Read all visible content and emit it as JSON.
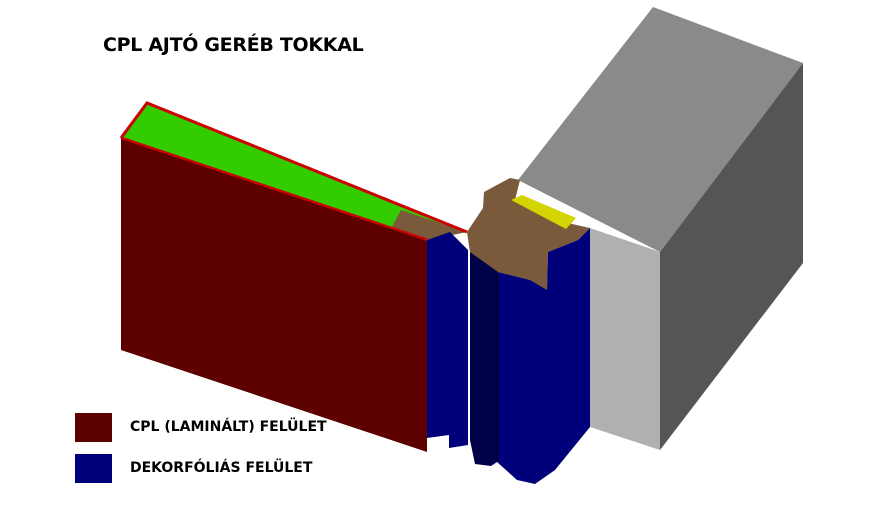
{
  "title": "CPL AJTÓ GERÉB TOKKAL",
  "legend": [
    {
      "label": "CPL (LAMINÁLT) FELÜLET",
      "color": "#5c0000"
    },
    {
      "label": "DEKORFÓLIÁS FELÜLET",
      "color": "#00007a"
    }
  ],
  "colors": {
    "cpl": "#5c0000",
    "cpl_edge": "#cc0000",
    "door_core": "#33cc00",
    "wood": "#7a5a3a",
    "decor_foil": "#00007a",
    "decor_foil_dark": "#000048",
    "wall_top": "#8a8a8a",
    "wall_front": "#b0b0b0",
    "wall_side": "#555555",
    "seal": "#d4d400"
  }
}
